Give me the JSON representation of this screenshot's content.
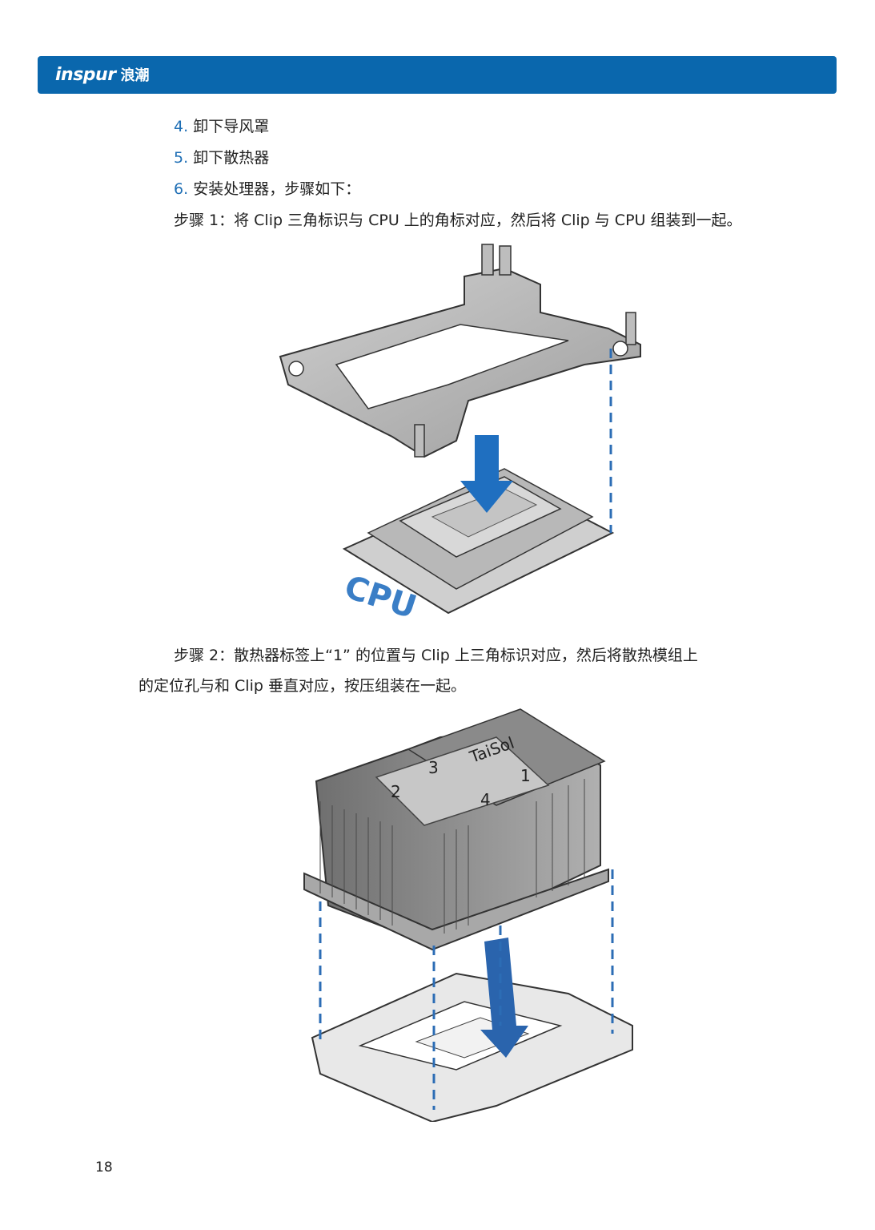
{
  "header": {
    "logo_en": "inspur",
    "logo_cn": "浪潮"
  },
  "list": [
    {
      "num": "4.",
      "text": "卸下导风罩"
    },
    {
      "num": "5.",
      "text": "卸下散热器"
    },
    {
      "num": "6.",
      "text": "安装处理器，步骤如下："
    }
  ],
  "steps": {
    "step1": "步骤 1：将 Clip 三角标识与 CPU 上的角标对应，然后将 Clip 与 CPU 组装到一起。",
    "step2_line1": "步骤 2：散热器标签上“1” 的位置与 Clip 上三角标识对应，然后将散热模组上",
    "step2_line2": "的定位孔与和 Clip 垂直对应，按压组装在一起。"
  },
  "figure1": {
    "cpu_label": "CPU"
  },
  "figure2": {
    "label_brand": "TaiSol",
    "label_num_1": "1",
    "label_num_2": "2",
    "label_num_3": "3",
    "label_num_4": "4"
  },
  "page_number": "18",
  "colors": {
    "brand_blue": "#0a67ad",
    "list_num": "#1f6fb5",
    "arrow_blue": "#1f6fc0",
    "dash_blue": "#2c6db5"
  }
}
